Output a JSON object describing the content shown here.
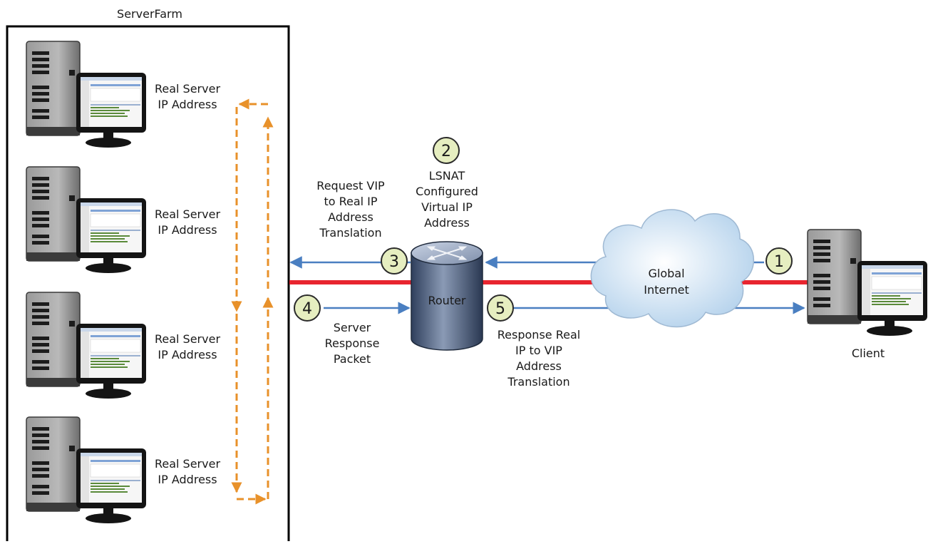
{
  "farm": {
    "title": "ServerFarm"
  },
  "servers": [
    {
      "line1": "Real Server",
      "line2": "IP Address"
    },
    {
      "line1": "Real Server",
      "line2": "IP Address"
    },
    {
      "line1": "Real Server",
      "line2": "IP Address"
    },
    {
      "line1": "Real Server",
      "line2": "IP Address"
    }
  ],
  "router": {
    "label": "Router"
  },
  "cloud": {
    "line1": "Global",
    "line2": "Internet"
  },
  "client": {
    "label": "Client"
  },
  "steps": [
    {
      "num": "1"
    },
    {
      "num": "2",
      "lines": [
        "LSNAT",
        "Configured",
        "Virtual IP",
        "Address"
      ]
    },
    {
      "num": "3",
      "lines": [
        "Request VIP",
        "to Real IP",
        "Address",
        "Translation"
      ]
    },
    {
      "num": "4",
      "lines": [
        "Server",
        "Response",
        "Packet"
      ]
    },
    {
      "num": "5",
      "lines": [
        "Response Real",
        "IP to VIP",
        "Address",
        "Translation"
      ]
    }
  ],
  "colors": {
    "red_link": "#e8252f",
    "blue_arrow": "#4a7fc1",
    "orange_flow": "#e8912a",
    "step_fill": "#e6eec0",
    "step_stroke": "#2b2b2b",
    "cloud_fill": "#cfe3f4"
  }
}
